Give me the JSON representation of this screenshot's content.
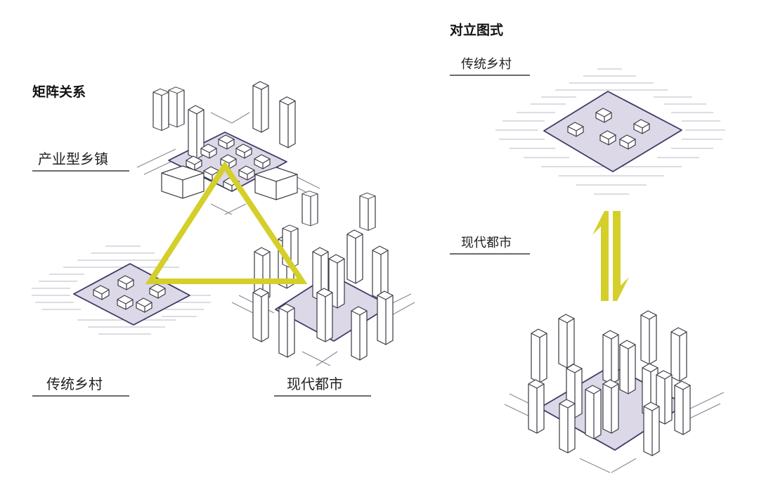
{
  "left_panel": {
    "title": "矩阵关系",
    "nodes": {
      "industrial_town": "产业型乡镇",
      "traditional_village": "传统乡村",
      "modern_city": "现代都市"
    }
  },
  "right_panel": {
    "title": "对立图式",
    "top_label": "传统乡村",
    "bottom_label": "现代都市"
  },
  "colors": {
    "accent": "#d4cf2a",
    "plot_fill": "#dcd8e8",
    "plot_stroke": "#3f3a66",
    "line": "#4a4a55",
    "hatch": "#b9b9c4"
  }
}
